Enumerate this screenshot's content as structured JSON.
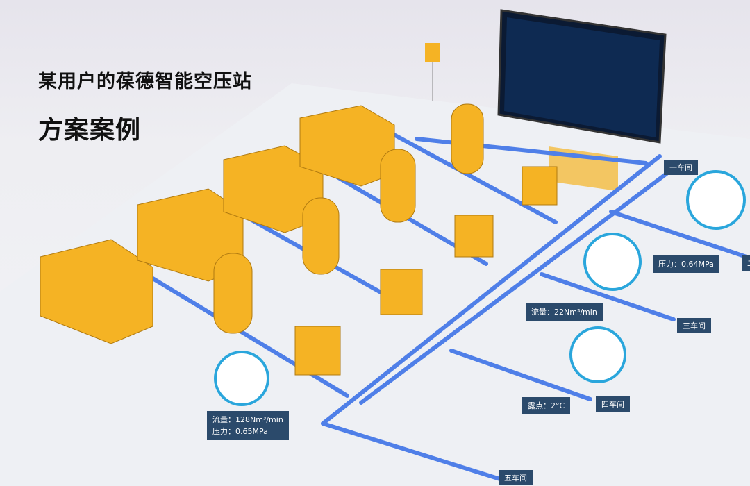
{
  "heading": {
    "line1": "某用户的葆德智能空压站",
    "line2": "方案案例"
  },
  "workshops": [
    "一车间",
    "二",
    "三车间",
    "四车间",
    "五车间"
  ],
  "readings": {
    "pressure_branch": "压力：0.64MPa",
    "flow_branch": "流量：22Nm³/min",
    "dewpoint": "露点：2°C",
    "main_flow": "流量：128Nm³/min",
    "main_pressure": "压力：0.65MPa"
  },
  "colors": {
    "pipe": "#4f7fe8",
    "equipment": "#f5b324",
    "callout": "#2b4a6b",
    "bubble_ring": "#2aa6dc",
    "wifi": "#2aa6dc"
  }
}
